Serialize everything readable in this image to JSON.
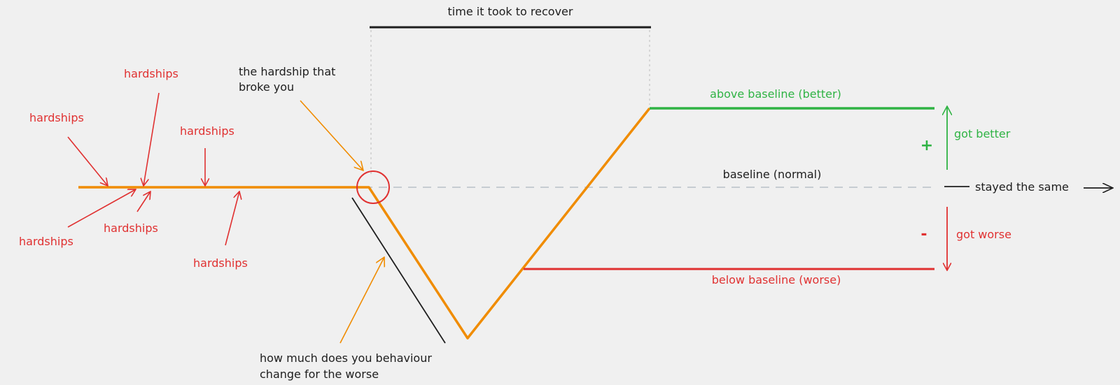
{
  "labels": {
    "recover_time": "time it took to recover",
    "broke_line1": "the hardship that",
    "broke_line2": "broke you",
    "hardships": "hardships",
    "above": "above baseline (better)",
    "baseline": "baseline (normal)",
    "below": "below baseline (worse)",
    "got_better": "got better",
    "stayed_same": "stayed the same",
    "got_worse": "got worse",
    "plus": "+",
    "minus": "-",
    "change_line1": "how much does you behaviour",
    "change_line2": "change for the worse"
  },
  "colors": {
    "red": "#e03131",
    "green": "#2fb344",
    "orange": "#f08c00",
    "dark": "#1e1e1e",
    "baseline_dash": "#c6ccd2",
    "background": "#f0f0f0"
  }
}
